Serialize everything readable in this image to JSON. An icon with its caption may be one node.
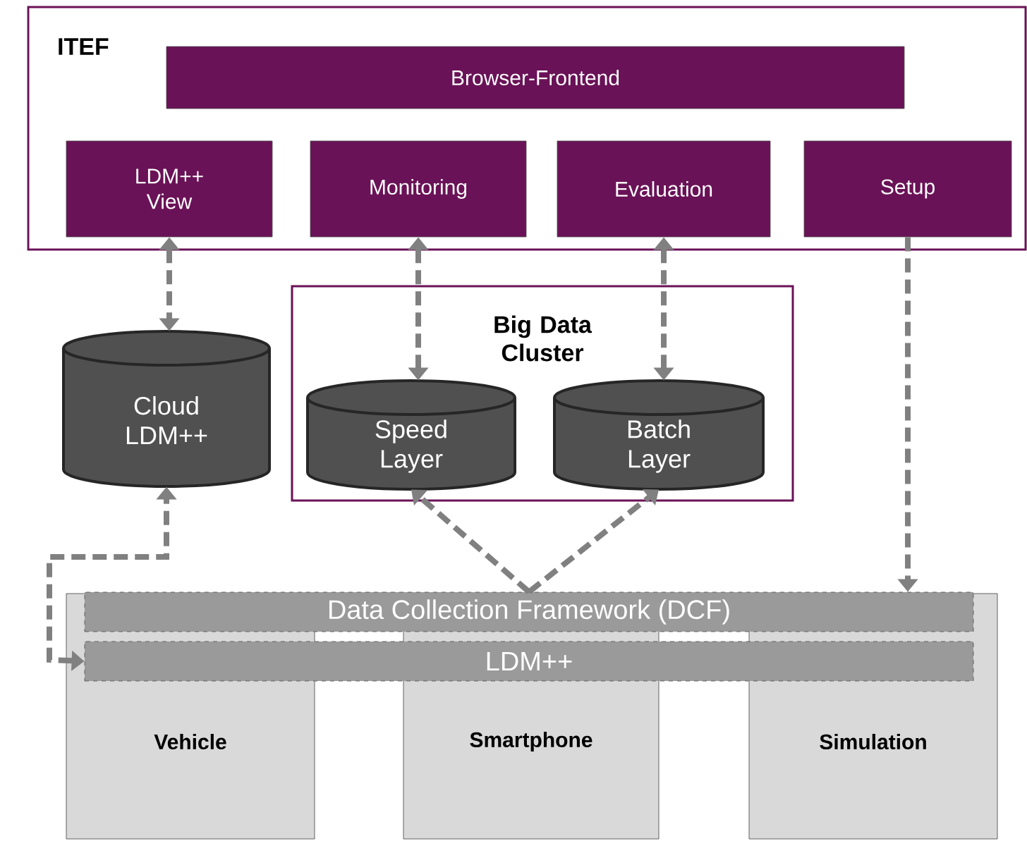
{
  "diagram": {
    "nodes": [
      {
        "text": [
          "ITEF"
        ]
      },
      {
        "text": [
          "Browser-Frontend"
        ],
        "in": 0
      },
      {
        "text": [
          "LDM++ View"
        ],
        "in": 0
      },
      {
        "text": [
          "Monitoring"
        ],
        "in": 0
      },
      {
        "text": [
          "Evaluation"
        ],
        "in": 0
      },
      {
        "text": [
          "Setup"
        ],
        "in": 0
      },
      {
        "text": [
          "Cloud LDM++"
        ]
      },
      {
        "text": [
          "Big Data Cluster"
        ]
      },
      {
        "text": [
          "Speed Layer"
        ],
        "in": 7
      },
      {
        "text": [
          "Batch Layer"
        ],
        "in": 7
      },
      {
        "text": [
          "Vehicle"
        ]
      },
      {
        "text": [
          "Smartphone"
        ]
      },
      {
        "text": [
          "Simulation"
        ]
      },
      {
        "text": [
          "Data Collection Framework (DCF)"
        ]
      },
      {
        "text": [
          "LDM++"
        ]
      }
    ],
    "edges": [
      {
        "from": 2,
        "to": 6,
        "arrow": "both"
      },
      {
        "from": 3,
        "to": 8,
        "arrow": "both"
      },
      {
        "from": 4,
        "to": 9,
        "arrow": "both"
      },
      {
        "from": 5,
        "to": 13,
        "arrow": "to"
      },
      {
        "from": 13,
        "to": 8,
        "arrow": "to"
      },
      {
        "from": 13,
        "to": 9,
        "arrow": "to"
      },
      {
        "from": 14,
        "to": 6,
        "arrow": "both"
      }
    ]
  }
}
